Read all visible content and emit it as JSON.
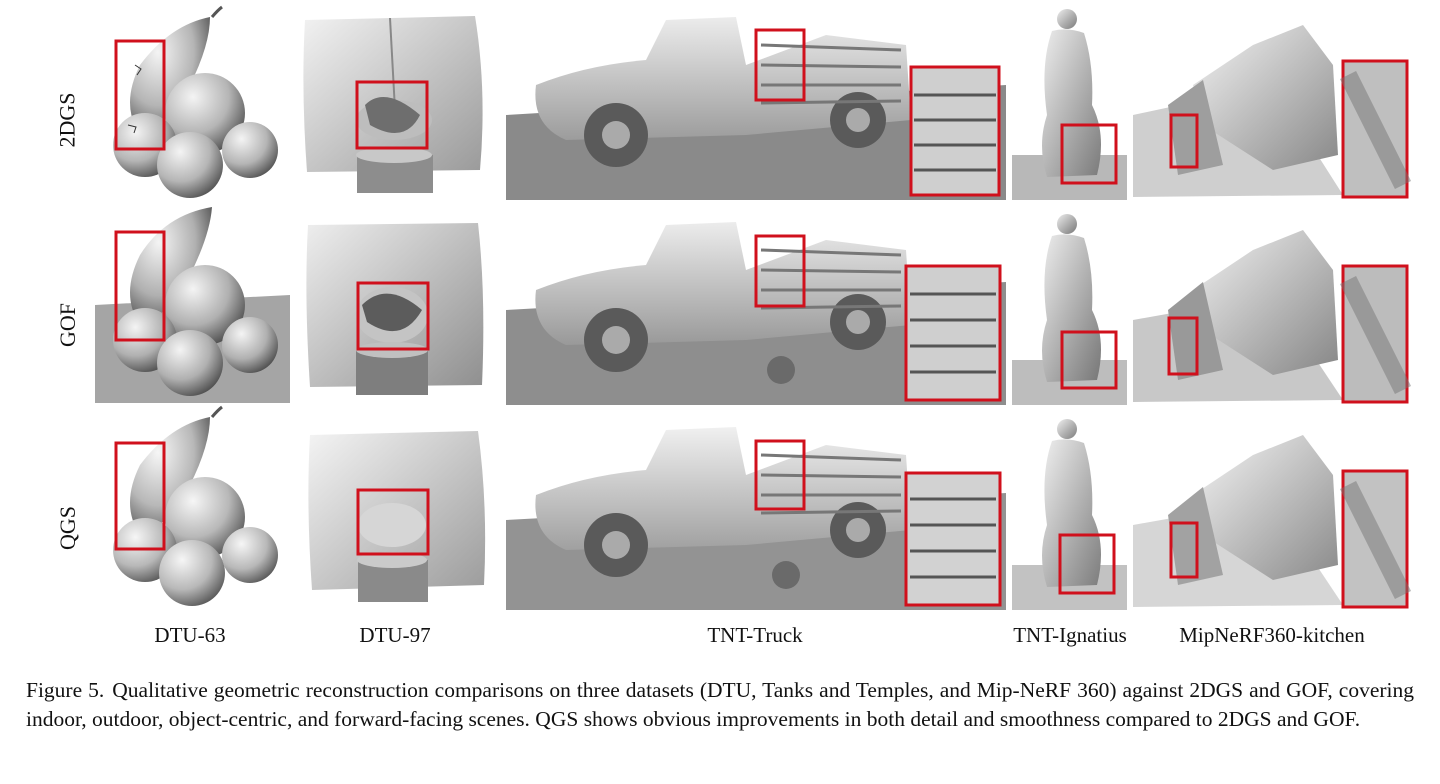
{
  "rows": [
    {
      "label": "2DGS"
    },
    {
      "label": "GOF"
    },
    {
      "label": "QGS"
    }
  ],
  "columns": [
    {
      "label": "DTU-63"
    },
    {
      "label": "DTU-97"
    },
    {
      "label": "TNT-Truck"
    },
    {
      "label": "TNT-Ignatius"
    },
    {
      "label": "MipNeRF360-kitchen"
    }
  ],
  "caption": {
    "number": "Figure 5.",
    "text": "Qualitative geometric reconstruction comparisons on three datasets (DTU, Tanks and Temples, and Mip-NeRF 360) against 2DGS and GOF, covering indoor, outdoor, object-centric, and forward-facing scenes. QGS shows obvious improvements in both detail and smoothness compared to 2DGS and GOF."
  },
  "colors": {
    "highlight_box": "#d0101c",
    "mesh_light": "#e8e8e8",
    "mesh_mid": "#a9a9a9",
    "mesh_dark": "#4a4a4a",
    "ground": "#7a7a7a"
  }
}
